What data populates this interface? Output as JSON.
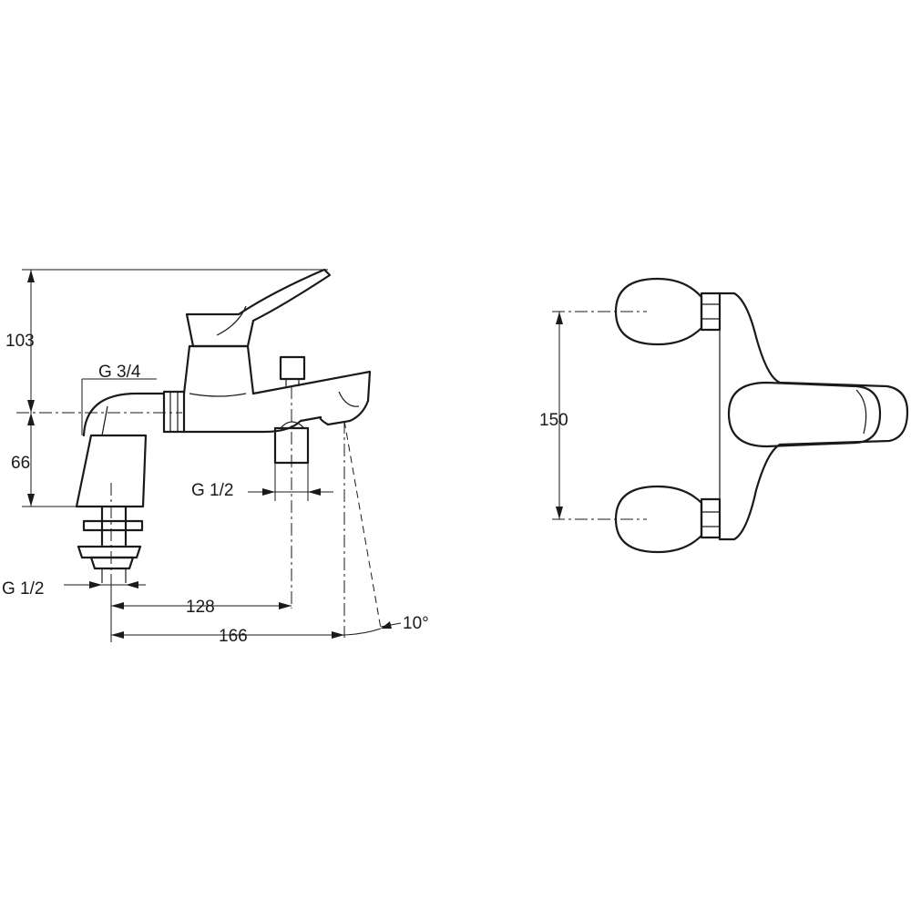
{
  "side_view": {
    "dim_height_total": "103",
    "dim_height_inlet": "66",
    "thread_spout": "G 3/4",
    "thread_diverter": "G 1/2",
    "thread_inlet": "G 1/2",
    "dim_centre_diverter": "128",
    "dim_centre_spout": "166",
    "spout_angle": "10°"
  },
  "front_view": {
    "dim_centre_distance": "150"
  }
}
